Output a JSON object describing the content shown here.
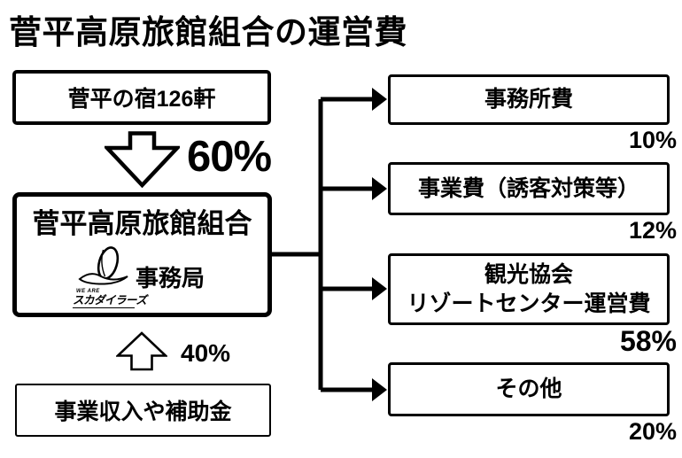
{
  "title": "菅平高原旅館組合の運営費",
  "flow": {
    "inns_label": "菅平の宿126軒",
    "down_pct": "60%",
    "org_name": "菅平高原旅館組合",
    "org_sub": "事務局",
    "logo_we_are": "WE ARE",
    "logo_name": "スカダイラーズ",
    "up_pct": "40%",
    "income_label": "事業収入や補助金"
  },
  "expenses": [
    {
      "label": "事務所費",
      "pct": "10%"
    },
    {
      "label": "事業費（誘客対策等）",
      "pct": "12%"
    },
    {
      "label": "観光協会\nリゾートセンター運営費",
      "pct": "58%"
    },
    {
      "label": "その他",
      "pct": "20%"
    }
  ],
  "icons": {
    "down_arrow": "down-block-arrow",
    "up_arrow": "up-block-arrow",
    "logo_mark": "rugby-ball"
  },
  "colors": {
    "ink": "#000000",
    "background": "#ffffff"
  }
}
